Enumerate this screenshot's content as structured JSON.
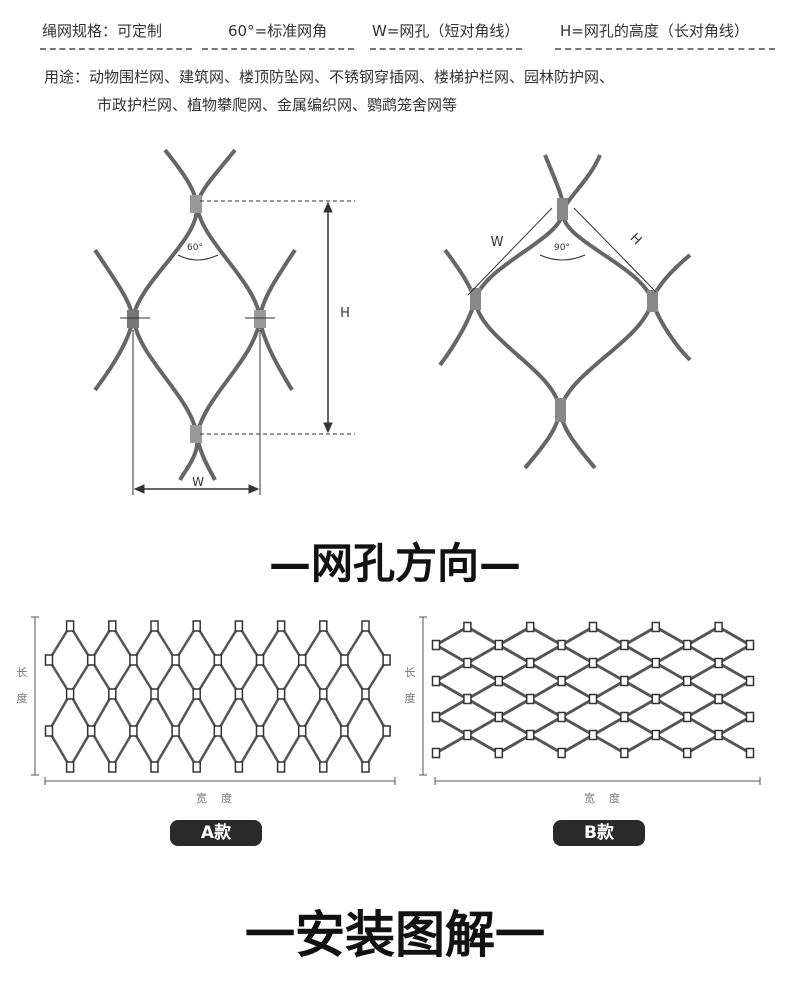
{
  "specs": {
    "spec": "绳网规格：可定制",
    "angle": "60°=标准网角",
    "w": "W=网孔（短对角线）",
    "h": "H=网孔的高度（长对角线）"
  },
  "usage": {
    "line1": "用途：动物围栏网、建筑网、楼顶防坠网、不锈钢穿插网、楼梯护栏网、园林防护网、",
    "line2": "市政护栏网、植物攀爬网、金属编织网、鹦鹉笼舍网等"
  },
  "diagram_left": {
    "angle": "60°",
    "h": "H",
    "w": "W"
  },
  "diagram_right": {
    "angle": "90°",
    "h": "H",
    "w": "W"
  },
  "section1_title": "—网孔方向—",
  "net_a": {
    "length": "长度",
    "width": "宽度",
    "badge": "A款"
  },
  "net_b": {
    "length": "长度",
    "width": "宽度",
    "badge": "B款"
  },
  "section2_title": "一安装图解一",
  "colors": {
    "line": "#555555",
    "badge": "#2a2a2a"
  }
}
